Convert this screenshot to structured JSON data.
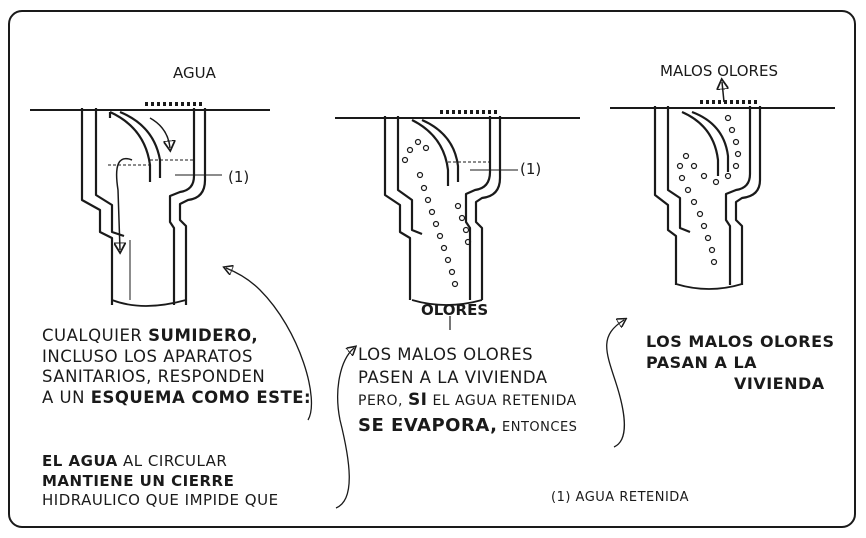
{
  "labels": {
    "agua": "AGUA",
    "retained_marker_1": "(1)",
    "retained_marker_2": "(1)",
    "olores": "OLORES",
    "malos_olores": "MALOS OLORES"
  },
  "caption_left": {
    "l1_a": "CUALQUIER ",
    "l1_b": "SUMIDERO,",
    "l2": "INCLUSO LOS APARATOS",
    "l3": "SANITARIOS, RESPONDEN",
    "l4_a": "A UN ",
    "l4_b": "ESQUEMA COMO ESTE:",
    "l5_a": "EL AGUA",
    "l5_b": " AL CIRCULAR",
    "l6_a": "MANTIENE ",
    "l6_b": "UN CIERRE",
    "l7": "HIDRAULICO QUE IMPIDE QUE"
  },
  "caption_middle": {
    "l1": "LOS MALOS OLORES",
    "l2": "PASEN A LA VIVIENDA",
    "l3_a": "PERO, ",
    "l3_b": "SI",
    "l3_c": " EL AGUA RETENIDA",
    "l4_a": "SE EVAPORA,",
    "l4_b": " ENTONCES"
  },
  "caption_right": {
    "l1": "LOS MALOS OLORES",
    "l2": "PASAN A LA",
    "l3": "VIVIENDA"
  },
  "footnote": "(1) AGUA RETENIDA"
}
